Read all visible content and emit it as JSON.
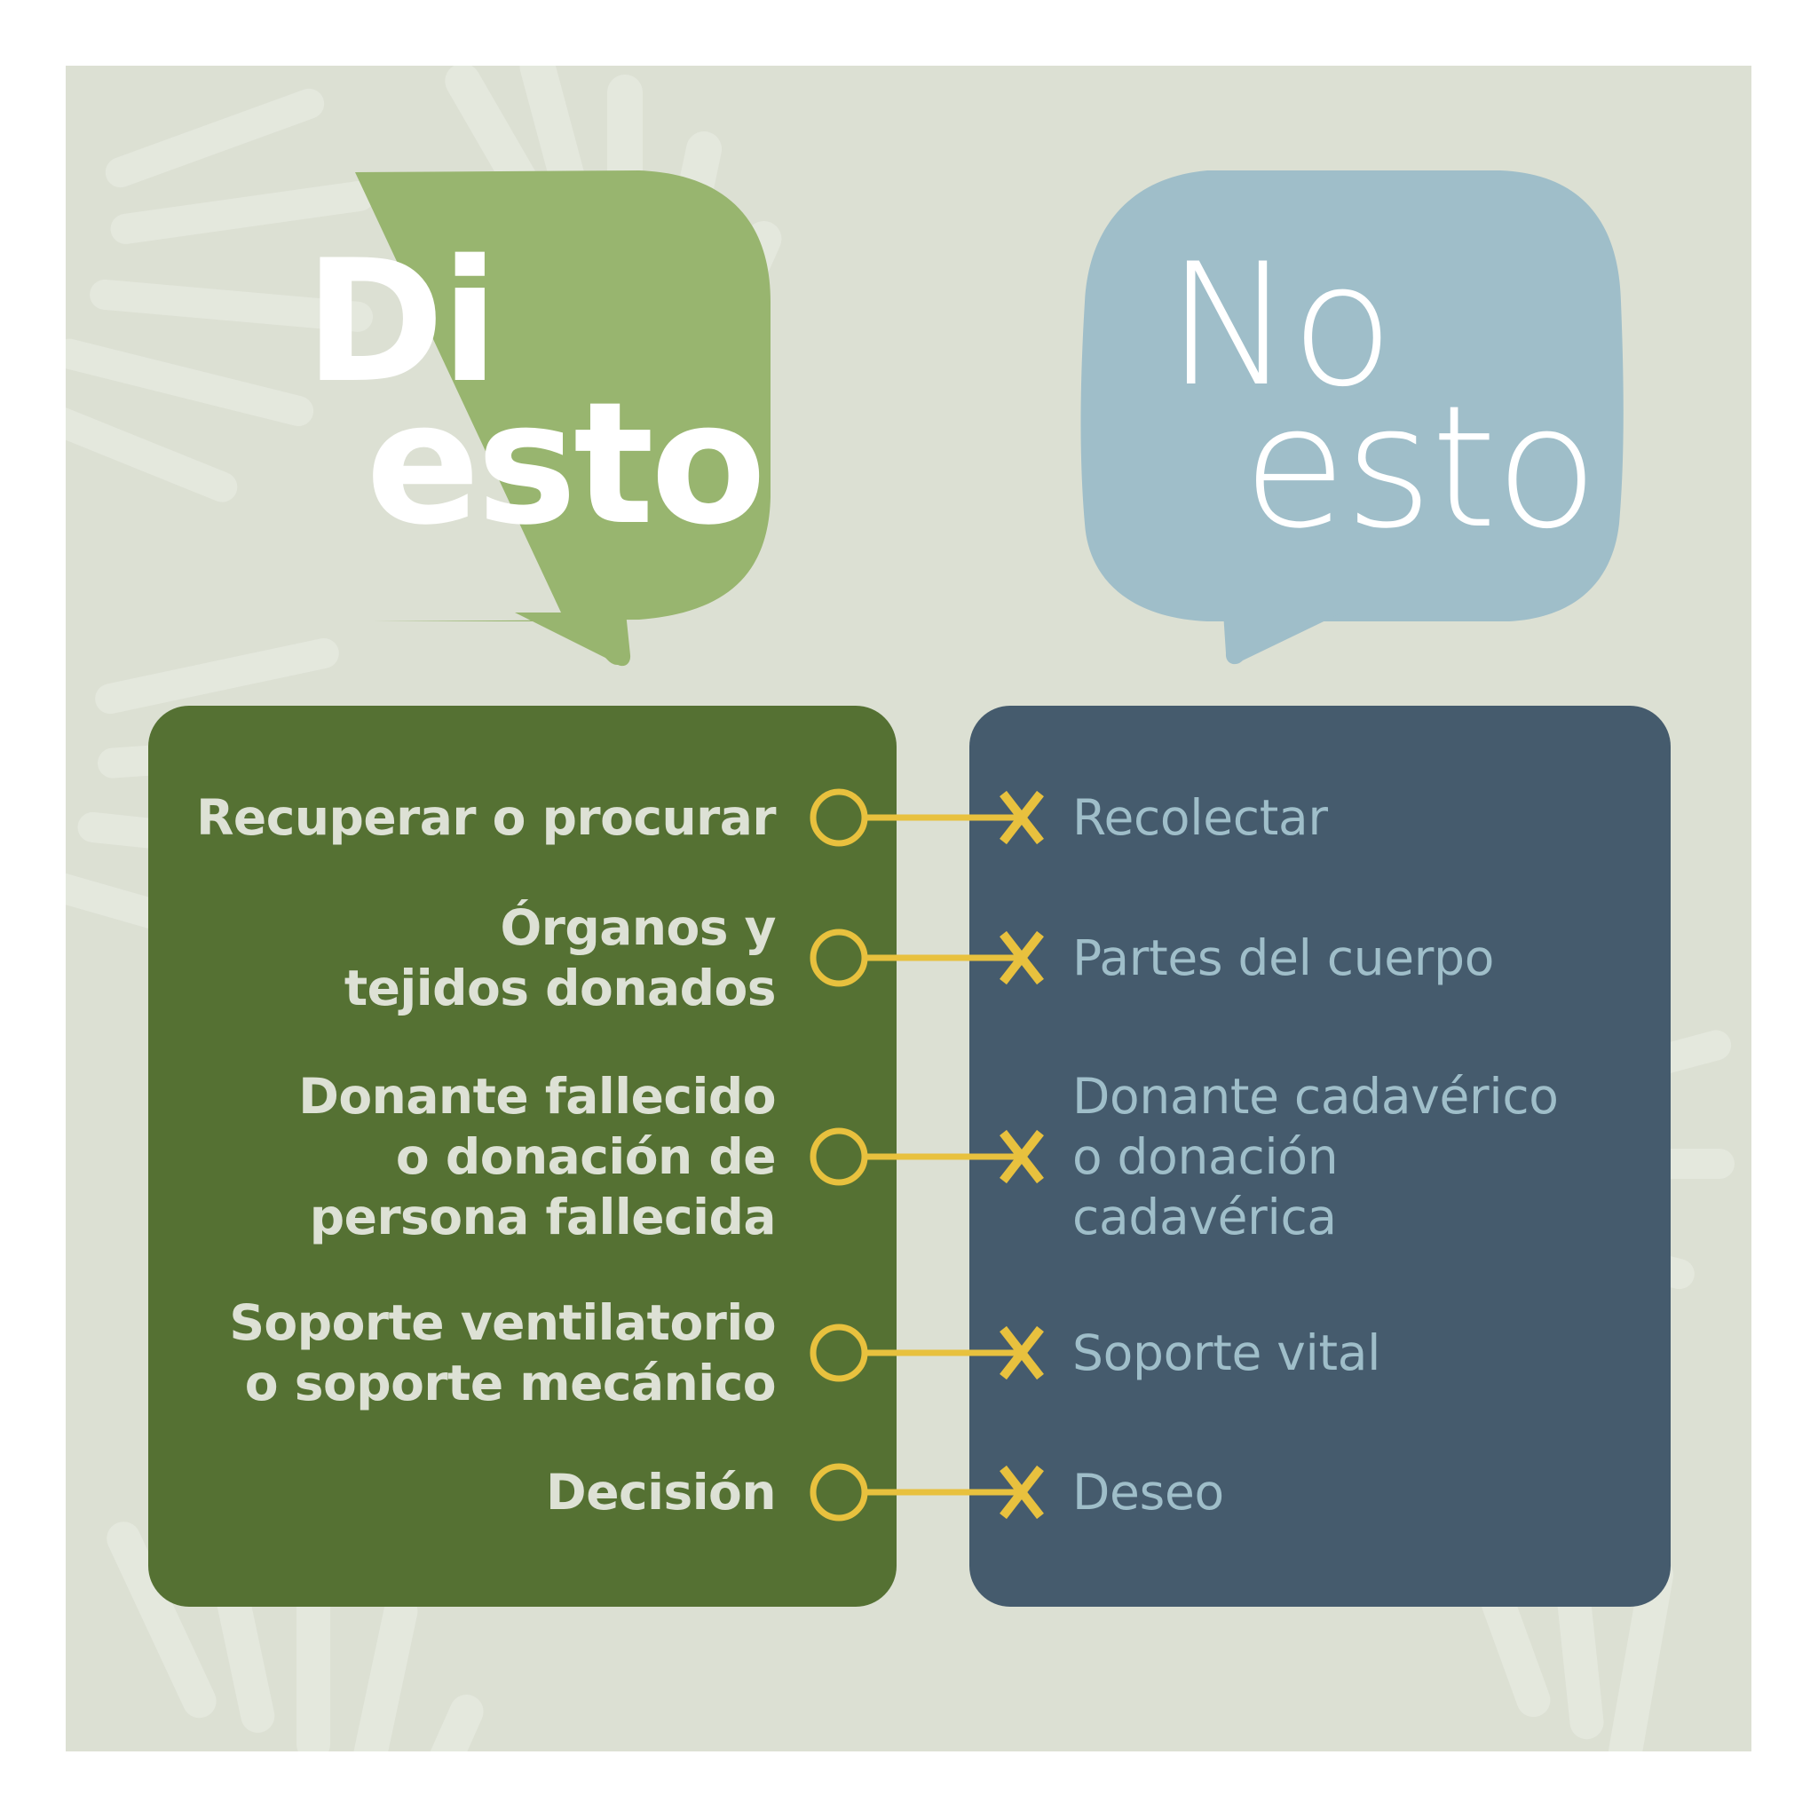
{
  "colors": {
    "background_panel": "#dce0d3",
    "say_bubble": "#98b56f",
    "not_bubble": "#9fbec9",
    "say_box": "#557133",
    "not_box": "#455b6d",
    "say_text": "#dde1d5",
    "not_text": "#9fbec9",
    "connector": "#e8c13e",
    "bubble_text": "#ffffff"
  },
  "say_bubble": {
    "line1": "Di",
    "line2": "esto"
  },
  "not_bubble": {
    "line1": "No",
    "line2": "esto"
  },
  "pairs": [
    {
      "say": [
        "Recuperar o procurar"
      ],
      "not": [
        "Recolectar"
      ],
      "say_icon": "circle-icon",
      "not_icon": "x-icon"
    },
    {
      "say": [
        "Órganos y",
        "tejidos donados"
      ],
      "not": [
        "Partes del cuerpo"
      ],
      "say_icon": "circle-icon",
      "not_icon": "x-icon"
    },
    {
      "say": [
        "Donante fallecido",
        "o donación de",
        "persona fallecida"
      ],
      "not": [
        "Donante cadavérico",
        "o donación",
        "cadavérica"
      ],
      "say_icon": "circle-icon",
      "not_icon": "x-icon"
    },
    {
      "say": [
        "Soporte ventilatorio",
        "o soporte mecánico"
      ],
      "not": [
        "Soporte vital"
      ],
      "say_icon": "circle-icon",
      "not_icon": "x-icon"
    },
    {
      "say": [
        "Decisión"
      ],
      "not": [
        "Deseo"
      ],
      "say_icon": "circle-icon",
      "not_icon": "x-icon"
    }
  ]
}
